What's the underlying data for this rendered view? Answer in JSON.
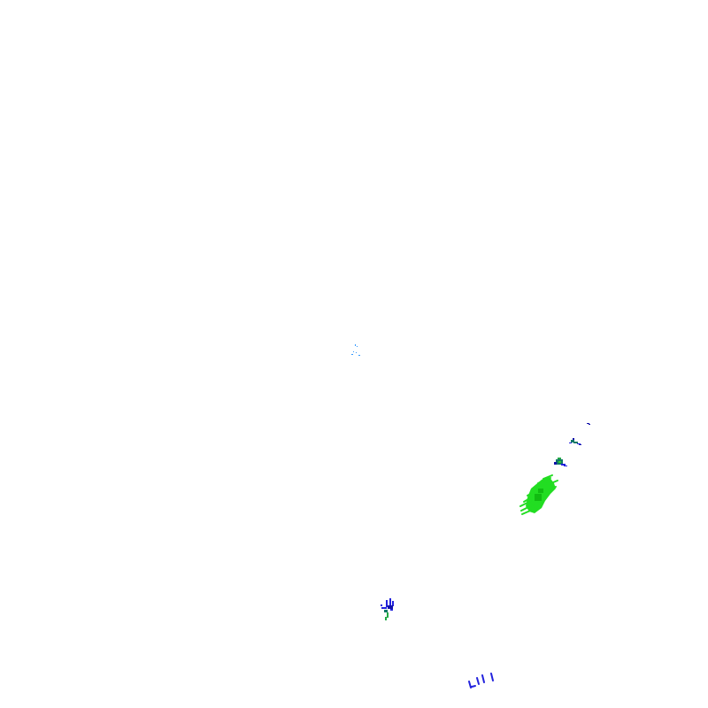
{
  "image": {
    "kind": "weather-radar-reflectivity-overlay",
    "background_color": "#ffffff",
    "labels_visible": false
  },
  "palette": {
    "light_green": "#22dd22",
    "green": "#00cc00",
    "dark_teal": "#117766",
    "blue": "#2222dd",
    "dark_blue": "#1111aa",
    "light_blue": "#3399ff"
  },
  "echoes": [
    {
      "name": "echo-center-faint",
      "dominant_color": "light_blue"
    },
    {
      "name": "echo-far-northeast",
      "dominant_color": "dark_blue"
    },
    {
      "name": "echo-northeast-small",
      "dominant_color": "dark_teal"
    },
    {
      "name": "echo-east-mid",
      "dominant_color": "dark_teal"
    },
    {
      "name": "echo-east-large",
      "dominant_color": "light_green"
    },
    {
      "name": "echo-south-cluster",
      "dominant_color": "blue"
    },
    {
      "name": "echo-far-south-streaks",
      "dominant_color": "blue"
    }
  ]
}
